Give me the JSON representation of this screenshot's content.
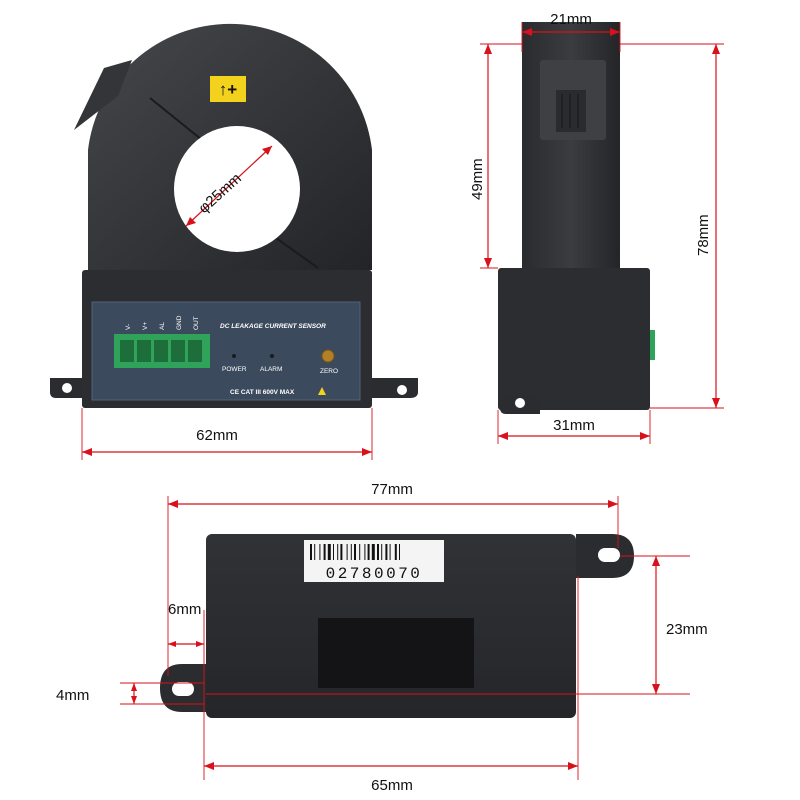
{
  "front": {
    "hole_label": "φ25mm",
    "width_label": "62mm",
    "badge_text": "↑+",
    "panel_title": "DC LEAKAGE CURRENT SENSOR",
    "terminals": [
      "V-",
      "V+",
      "AL",
      "GND",
      "OUT"
    ],
    "led_power": "POWER",
    "led_alarm": "ALARM",
    "zero_label": "ZERO",
    "rating": "CE  CAT III 600V MAX"
  },
  "side": {
    "top_label": "21mm",
    "upper_height_label": "49mm",
    "total_height_label": "78mm",
    "bottom_label": "31mm"
  },
  "bottom": {
    "overall_label": "77mm",
    "serial": "02780070",
    "hole_offset_label": "6mm",
    "hole_dia_label": "4mm",
    "hole_spacing_label": "23mm",
    "body_label": "65mm"
  },
  "colors": {
    "dimension": "#d8111b",
    "body": "#2b2c2f",
    "panel": "#3c4a5e",
    "terminal": "#2fa35a",
    "badge": "#f2d21c"
  }
}
